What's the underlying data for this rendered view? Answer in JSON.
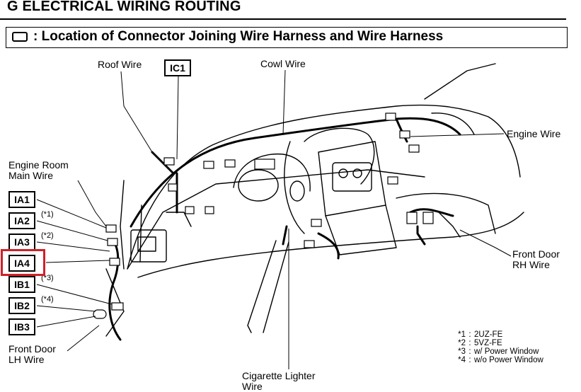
{
  "section": {
    "title": "G  ELECTRICAL WIRING ROUTING"
  },
  "subtitle": {
    "text": ": Location of Connector Joining Wire Harness and Wire Harness"
  },
  "wires": {
    "roof": "Roof Wire",
    "cowl": "Cowl Wire",
    "engine": "Engine Wire",
    "engine_room_1": "Engine Room",
    "engine_room_2": "Main Wire",
    "front_door_rh_1": "Front Door",
    "front_door_rh_2": "RH Wire",
    "front_door_lh_1": "Front Door",
    "front_door_lh_2": "LH Wire",
    "cig_1": "Cigarette Lighter",
    "cig_2": "Wire"
  },
  "connectors": {
    "ic1": "IC1",
    "ia1": "IA1",
    "ia2": "IA2",
    "ia3": "IA3",
    "ia4": "IA4",
    "ib1": "IB1",
    "ib2": "IB2",
    "ib3": "IB3"
  },
  "notes": {
    "ia2": "(*1)",
    "ia3": "(*2)",
    "ib1": "(*3)",
    "ib2": "(*4)"
  },
  "legend": [
    {
      "key": "*1",
      "text": "2UZ-FE"
    },
    {
      "key": "*2",
      "text": "5VZ-FE"
    },
    {
      "key": "*3",
      "text": "w/ Power Window"
    },
    {
      "key": "*4",
      "text": "w/o Power Window"
    }
  ],
  "colors": {
    "highlight": "#d0202a"
  }
}
